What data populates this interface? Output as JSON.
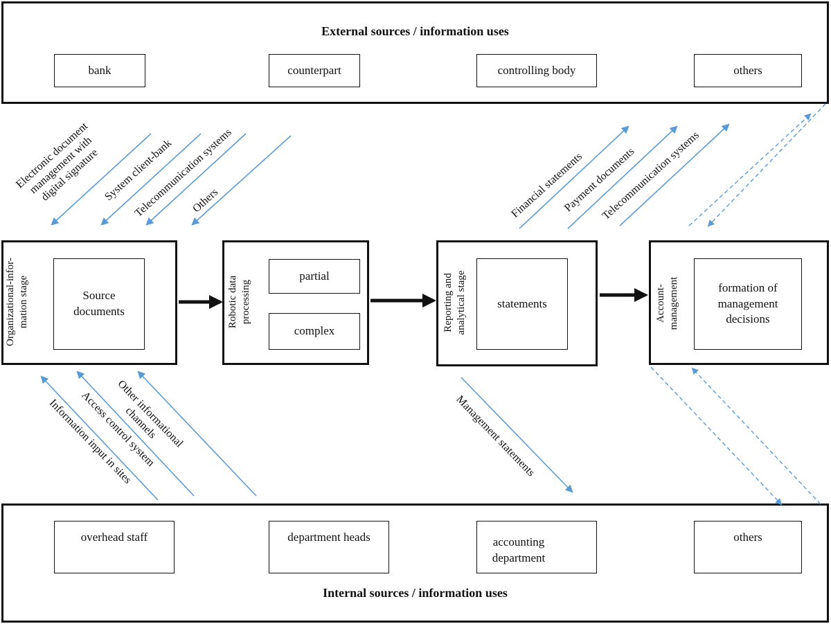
{
  "external": {
    "title": "External sources / information uses",
    "items": [
      "bank",
      "counterpart",
      "controlling body",
      "others"
    ]
  },
  "internal": {
    "title": "Internal sources / information uses",
    "items": [
      "overhead staff",
      "department heads",
      "accounting department",
      "others"
    ]
  },
  "stages": {
    "organizational": {
      "label": "Organizational-infor-mation stage",
      "label_lines": [
        "Organizational-infor-",
        "mation stage"
      ],
      "inner_lines": [
        "Source",
        "documents"
      ]
    },
    "robotic": {
      "label_lines": [
        "Robotic data",
        "processing"
      ],
      "partial": "partial",
      "complex": "complex"
    },
    "reporting": {
      "label_lines": [
        "Reporting and",
        "analytical stage"
      ],
      "inner": "statements"
    },
    "management": {
      "label_lines": [
        "Account-",
        "management"
      ],
      "inner_lines": [
        "formation of",
        "management",
        "decisions"
      ]
    }
  },
  "incoming_external": {
    "edo_lines": [
      "Electronic document",
      "management with",
      "digital signature"
    ],
    "client_bank": "System client-bank",
    "telecom": "Telecommunication systems",
    "others": "Others"
  },
  "outgoing_external": {
    "financial": "Financial statements",
    "payment": "Payment documents",
    "telecom": "Telecommunication systems"
  },
  "incoming_internal": {
    "info_input": "Information input in sites",
    "access": "Access control system",
    "other_lines": [
      "Other informational",
      "channels"
    ]
  },
  "outgoing_internal": {
    "mgmt": "Management statements"
  },
  "colors": {
    "arrow": "#5b9bd5",
    "line": "#111111"
  }
}
